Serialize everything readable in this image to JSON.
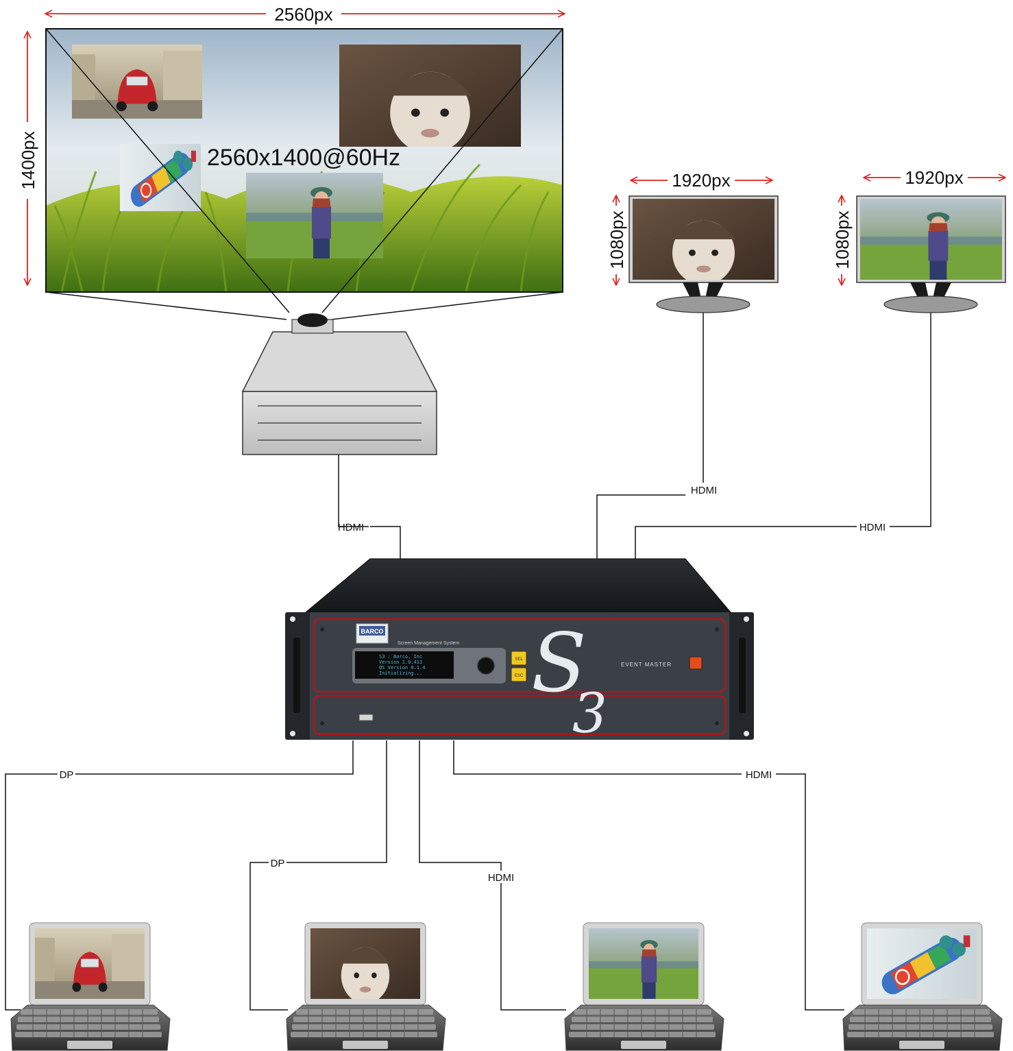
{
  "projection": {
    "width_label": "2560px",
    "height_label": "1400px",
    "resolution_label": "2560x1400@60Hz"
  },
  "monitor_left": {
    "width_label": "1920px",
    "height_label": "1080px"
  },
  "monitor_right": {
    "width_label": "1920px",
    "height_label": "1080px"
  },
  "device": {
    "brand": "BARCO",
    "subtitle": "Screen Management System",
    "model_mark": "S3",
    "product_name": "EVENT MASTER",
    "lcd_lines": [
      "S3 : Barco, Inc",
      "Version 1.0.411",
      "OS Version 0.1.4",
      "Initializing..."
    ],
    "btn_top": "SEL",
    "btn_bottom": "ESC"
  },
  "connections": {
    "projector": "HDMI",
    "monitor_left": "HDMI",
    "monitor_right": "HDMI",
    "laptop1": "DP",
    "laptop2": "DP",
    "laptop3": "HDMI",
    "laptop4": "HDMI"
  },
  "colors": {
    "dimension_arrow": "#e0201c",
    "device_body": "#3b4046",
    "device_trim": "#b3131b"
  }
}
